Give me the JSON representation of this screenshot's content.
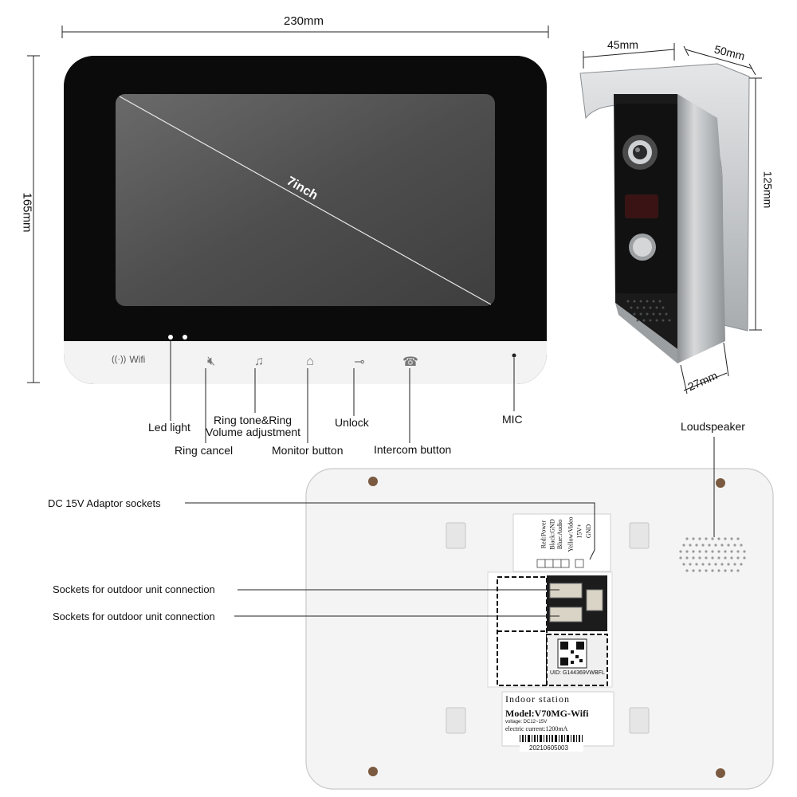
{
  "dimensions": {
    "monitor_width": "230mm",
    "monitor_height": "165mm",
    "screen_size": "7inch",
    "door_width": "45mm",
    "door_depth": "50mm",
    "door_height": "125mm",
    "door_bottom": "27mm"
  },
  "monitor": {
    "wifi_label": "Wifi",
    "buttons": [
      {
        "icon": "ring-cancel-icon"
      },
      {
        "icon": "ring-tone-icon"
      },
      {
        "icon": "monitor-icon"
      },
      {
        "icon": "unlock-key-icon"
      },
      {
        "icon": "intercom-handset-icon"
      }
    ]
  },
  "callouts": {
    "led_light": "Led light",
    "ring_cancel": "Ring cancel",
    "ring_tone_line1": "Ring tone&Ring",
    "ring_tone_line2": "Volume adjustment",
    "monitor_button": "Monitor button",
    "unlock": "Unlock",
    "intercom_button": "Intercom button",
    "mic": "MIC",
    "loudspeaker": "Loudspeaker",
    "dc_adaptor": "DC 15V Adaptor sockets",
    "outdoor_socket_1": "Sockets for outdoor unit connection",
    "outdoor_socket_2": "Sockets for outdoor unit connection"
  },
  "back_label": {
    "wires": [
      "Red:Power",
      "Black:GND",
      "Blue:Audio",
      "Yellow:Video",
      "15V+",
      "GND"
    ],
    "uid": "UID: G144369VWBFL",
    "title": "Indoor station",
    "model": "Model:V70MG-Wifi",
    "voltage": "voltage: DC12~15V",
    "current": "electric current:1200mA",
    "serial": "20210605003"
  },
  "colors": {
    "bezel": "#0b0b0b",
    "screen": "#555555",
    "panel": "#f4f4f4",
    "door_silver": "#b9bcbf"
  }
}
